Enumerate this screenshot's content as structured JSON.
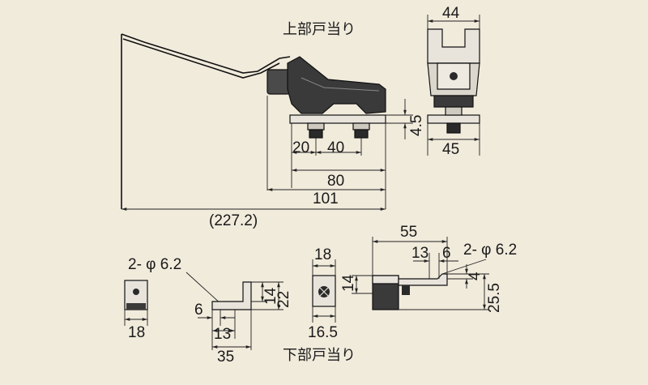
{
  "captions": {
    "upper": "上部戸当り",
    "lower": "下部戸当り"
  },
  "upper_dims": {
    "d20": "20",
    "d40": "40",
    "d80": "80",
    "d101": "101",
    "d227": "(227.2)",
    "d44": "44",
    "d45": "45",
    "d4_5": "4.5"
  },
  "lower_dims": {
    "hole_left": "2- φ 6.2",
    "d18_left": "18",
    "d6": "6",
    "d13": "13",
    "d35": "35",
    "d14": "14",
    "d22": "22",
    "d18_mid": "18",
    "d16_5": "16.5",
    "d14_mid": "14",
    "d55": "55",
    "d13_right": "13",
    "d6_right": "6",
    "hole_right": "2- φ 6.2",
    "d4": "4",
    "d25_5": "25.5"
  },
  "colors": {
    "background": "#f1ebdc",
    "part_dark": "#3a3a3a",
    "part_light": "#e8e4dc"
  }
}
